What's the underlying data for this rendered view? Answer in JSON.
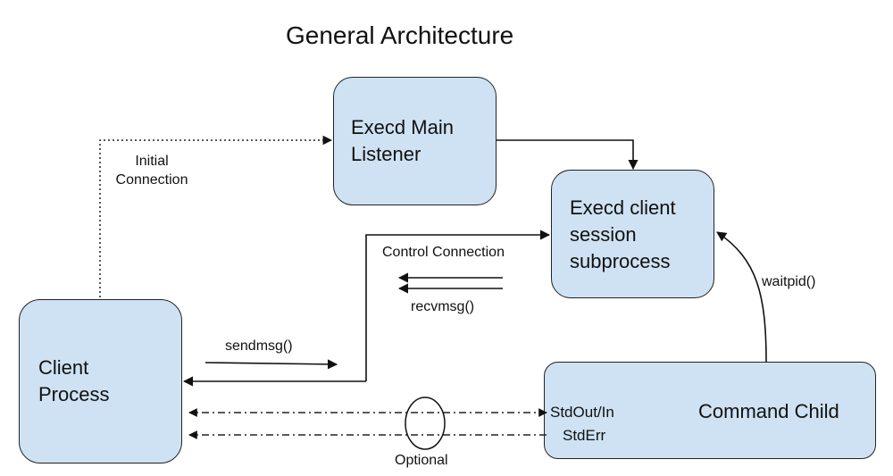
{
  "diagram": {
    "title": "General Architecture",
    "nodes": {
      "main_listener": {
        "line1": "Execd Main",
        "line2": "Listener"
      },
      "session_subprocess": {
        "line1": "Execd client",
        "line2": "session",
        "line3": "subprocess"
      },
      "client_process": {
        "line1": "Client",
        "line2": "Process"
      },
      "command_child": {
        "label": "Command Child",
        "port_stdout": "StdOut/In",
        "port_stderr": "StdErr"
      }
    },
    "edges": {
      "initial_connection": {
        "line1": "Initial",
        "line2": "Connection"
      },
      "control_connection": "Control Connection",
      "recvmsg": "recvmsg()",
      "sendmsg": "sendmsg()",
      "waitpid": "waitpid()",
      "optional": "Optional"
    }
  }
}
